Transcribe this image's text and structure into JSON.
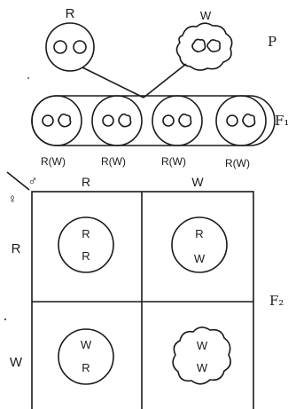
{
  "parents": {
    "left_label": "R",
    "right_label": "W"
  },
  "generation_labels": {
    "p": "P",
    "f1": "F₁",
    "f2": "F₂"
  },
  "f1_labels": [
    "R(W)",
    "R(W)",
    "R(W)",
    "R(W)"
  ],
  "punnett": {
    "male_symbol": "♂",
    "female_symbol": "♀",
    "col_headers": [
      "R",
      "W"
    ],
    "row_headers": [
      "R",
      "W"
    ],
    "cells": [
      {
        "top": "R",
        "bottom": "R",
        "shape": "round"
      },
      {
        "top": "R",
        "bottom": "W",
        "shape": "round"
      },
      {
        "top": "W",
        "bottom": "R",
        "shape": "round"
      },
      {
        "top": "W",
        "bottom": "W",
        "shape": "wrinkled"
      }
    ]
  }
}
